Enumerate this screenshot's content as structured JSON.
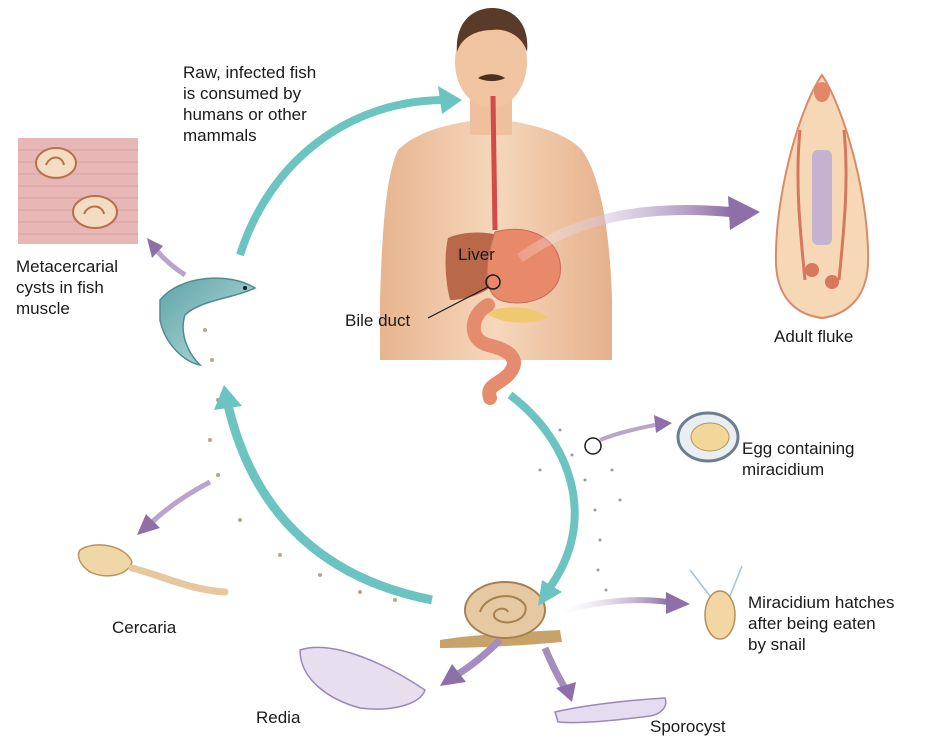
{
  "labels": {
    "raw_fish": "Raw, infected fish\nis consumed by\nhumans or other\nmammals",
    "metacercarial": "Metacercarial\ncysts in fish\nmuscle",
    "liver": "Liver",
    "bile_duct": "Bile duct",
    "adult_fluke": "Adult fluke",
    "egg": "Egg containing\nmiracidium",
    "miracidium": "Miracidium hatches\nafter being eaten\nby snail",
    "cercaria": "Cercaria",
    "redia": "Redia",
    "sporocyst": "Sporocyst"
  },
  "colors": {
    "teal_arrow": "#6cc4c2",
    "purple_arrow": "#8e6fa8",
    "skin": "#f1cba8",
    "muscle_tissue": "#e7b7b6",
    "liver": "#b9694a"
  }
}
